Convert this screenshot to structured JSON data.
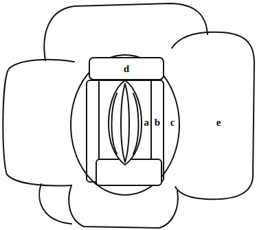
{
  "diagram": {
    "labels": [
      "d",
      "a",
      "b",
      "c",
      "e"
    ]
  }
}
